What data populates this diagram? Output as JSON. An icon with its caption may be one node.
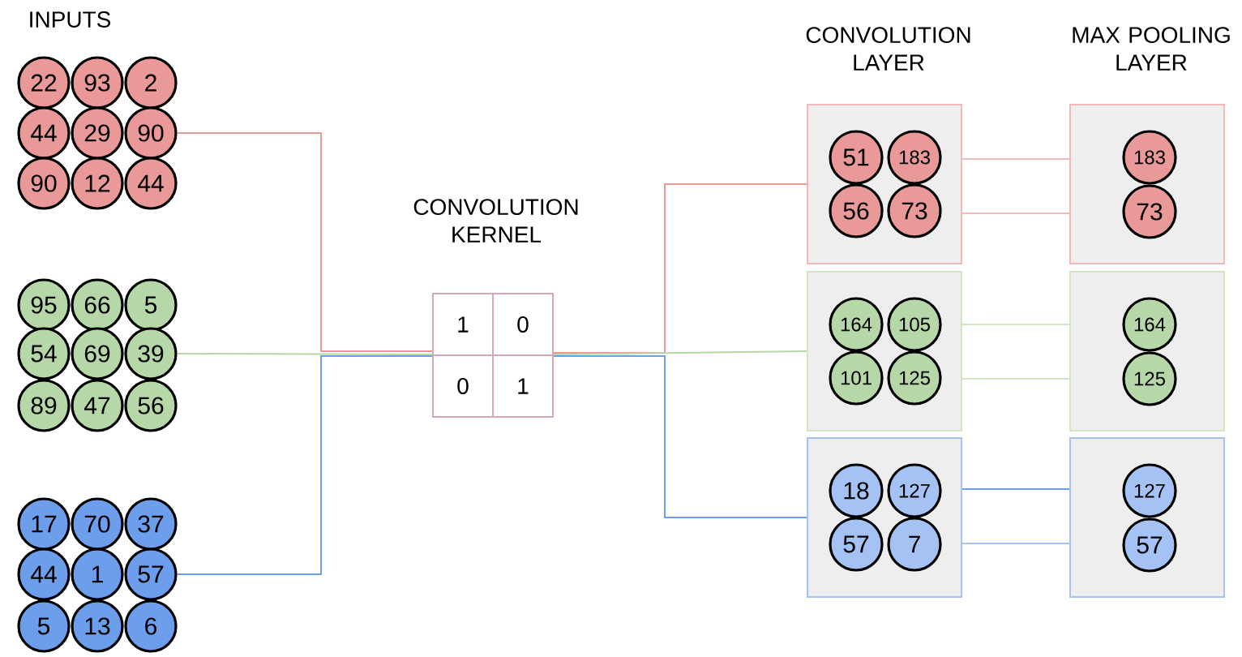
{
  "diagram": {
    "nodes": [
      {
        "text": [
          "22"
        ]
      },
      {
        "text": [
          "93"
        ]
      },
      {
        "text": [
          "2"
        ]
      },
      {
        "text": [
          "44"
        ]
      },
      {
        "text": [
          "29"
        ]
      },
      {
        "text": [
          "90"
        ]
      },
      {
        "text": [
          "90"
        ]
      },
      {
        "text": [
          "12"
        ]
      },
      {
        "text": [
          "44"
        ]
      },
      {
        "text": [
          "95"
        ]
      },
      {
        "text": [
          "66"
        ]
      },
      {
        "text": [
          "5"
        ]
      },
      {
        "text": [
          "54"
        ]
      },
      {
        "text": [
          "69"
        ]
      },
      {
        "text": [
          "39"
        ]
      },
      {
        "text": [
          "89"
        ]
      },
      {
        "text": [
          "47"
        ]
      },
      {
        "text": [
          "56"
        ]
      },
      {
        "text": [
          "17"
        ]
      },
      {
        "text": [
          "70"
        ]
      },
      {
        "text": [
          "37"
        ]
      },
      {
        "text": [
          "44"
        ]
      },
      {
        "text": [
          "1"
        ]
      },
      {
        "text": [
          "57"
        ]
      },
      {
        "text": [
          "5"
        ]
      },
      {
        "text": [
          "13"
        ]
      },
      {
        "text": [
          "6"
        ]
      },
      {
        "text": [],
        "shape": "box"
      },
      {
        "text": [
          "1"
        ],
        "in": 27
      },
      {
        "text": [
          "0"
        ],
        "in": 27
      },
      {
        "text": [
          "0"
        ],
        "in": 27
      },
      {
        "text": [
          "1"
        ],
        "in": 27
      },
      {
        "text": [],
        "shape": "box"
      },
      {
        "text": [
          "51"
        ],
        "in": 32
      },
      {
        "text": [
          "183"
        ],
        "in": 32
      },
      {
        "text": [
          "56"
        ],
        "in": 32
      },
      {
        "text": [
          "73"
        ],
        "in": 32
      },
      {
        "text": [],
        "shape": "box"
      },
      {
        "text": [
          "164"
        ],
        "in": 37
      },
      {
        "text": [
          "105"
        ],
        "in": 37
      },
      {
        "text": [
          "101"
        ],
        "in": 37
      },
      {
        "text": [
          "125"
        ],
        "in": 37
      },
      {
        "text": [],
        "shape": "box"
      },
      {
        "text": [
          "18"
        ],
        "in": 42
      },
      {
        "text": [
          "127"
        ],
        "in": 42
      },
      {
        "text": [
          "57"
        ],
        "in": 42
      },
      {
        "text": [
          "7"
        ],
        "in": 42
      },
      {
        "text": [],
        "shape": "box"
      },
      {
        "text": [
          "183"
        ],
        "in": 47
      },
      {
        "text": [
          "73"
        ],
        "in": 47
      },
      {
        "text": [],
        "shape": "box"
      },
      {
        "text": [
          "164"
        ],
        "in": 50
      },
      {
        "text": [
          "125"
        ],
        "in": 50
      },
      {
        "text": [],
        "shape": "box"
      },
      {
        "text": [
          "127"
        ],
        "in": 53
      },
      {
        "text": [
          "57"
        ],
        "in": 53
      }
    ],
    "edges": [
      {
        "from": 5,
        "to": 27,
        "arrow": "none",
        "color": "#ea9999"
      },
      {
        "from": 14,
        "to": 27,
        "arrow": "none",
        "color": "#b6d7a8"
      },
      {
        "from": 23,
        "to": 27,
        "arrow": "none",
        "color": "#6d9eeb"
      },
      {
        "from": 27,
        "to": 32,
        "arrow": "none",
        "color": "#ea9999"
      },
      {
        "from": 27,
        "to": 37,
        "arrow": "none",
        "color": "#b6d7a8"
      },
      {
        "from": 27,
        "to": 42,
        "arrow": "none",
        "color": "#6d9eeb"
      },
      {
        "from": 32,
        "to": 47,
        "arrow": "none",
        "color": "#f4b8b8"
      },
      {
        "from": 32,
        "to": 47,
        "arrow": "none",
        "color": "#f4b8b8"
      },
      {
        "from": 37,
        "to": 50,
        "arrow": "none",
        "color": "#cfe5c4"
      },
      {
        "from": 37,
        "to": 50,
        "arrow": "none",
        "color": "#cfe5c4"
      },
      {
        "from": 42,
        "to": 53,
        "arrow": "none",
        "color": "#6d9eeb"
      },
      {
        "from": 42,
        "to": 53,
        "arrow": "none",
        "color": "#a4c2f4"
      }
    ],
    "labels": [
      "INPUTS",
      "CONVOLUTION KERNEL",
      "CONVOLUTION LAYER",
      "MAX POOLING LAYER"
    ]
  }
}
